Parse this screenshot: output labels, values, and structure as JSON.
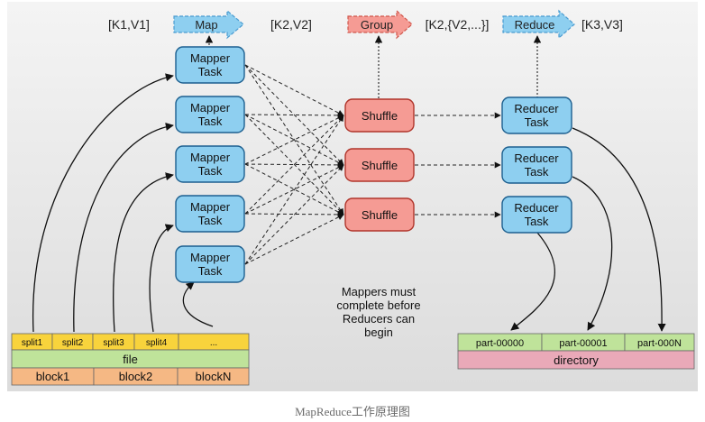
{
  "flow": {
    "kv1": "[K1,V1]",
    "map": "Map",
    "kv2": "[K2,V2]",
    "group": "Group",
    "kv3": "[K2,{V2,...}]",
    "reduce": "Reduce",
    "kv4": "[K3,V3]"
  },
  "mapper_tasks": [
    {
      "line1": "Mapper",
      "line2": "Task"
    },
    {
      "line1": "Mapper",
      "line2": "Task"
    },
    {
      "line1": "Mapper",
      "line2": "Task"
    },
    {
      "line1": "Mapper",
      "line2": "Task"
    },
    {
      "line1": "Mapper",
      "line2": "Task"
    }
  ],
  "shuffles": [
    "Shuffle",
    "Shuffle",
    "Shuffle"
  ],
  "reducer_tasks": [
    {
      "line1": "Reducer",
      "line2": "Task"
    },
    {
      "line1": "Reducer",
      "line2": "Task"
    },
    {
      "line1": "Reducer",
      "line2": "Task"
    }
  ],
  "note": [
    "Mappers must",
    "complete before",
    "Reducers can",
    "begin"
  ],
  "input": {
    "splits": [
      "split1",
      "split2",
      "split3",
      "split4",
      "..."
    ],
    "file": "file",
    "blocks": [
      "block1",
      "block2",
      "blockN"
    ]
  },
  "output": {
    "parts": [
      "part-00000",
      "part-00001",
      "part-000N"
    ],
    "directory": "directory"
  },
  "caption": "MapReduce工作原理图",
  "colors": {
    "mapper": "#8ecff0",
    "shuffle": "#f59b94",
    "reducer": "#8ecff0",
    "split": "#f8d33c",
    "file": "#bfe39a",
    "block": "#f5b884",
    "part": "#bfe39a",
    "directory": "#e9a9b8",
    "panel": "#e9e9e9"
  }
}
